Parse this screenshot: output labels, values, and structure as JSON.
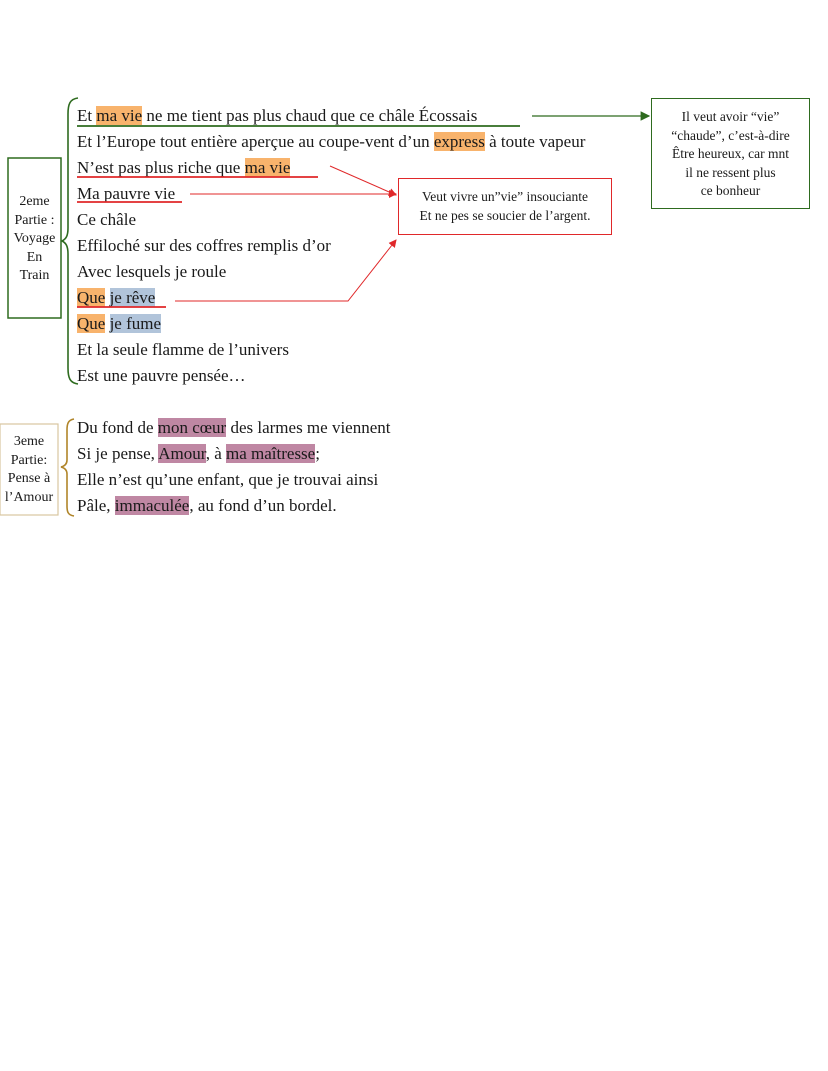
{
  "part2": {
    "label": [
      "2eme",
      "Partie :",
      "Voyage",
      "En",
      "Train"
    ],
    "lines": [
      {
        "segments": [
          {
            "t": "Et "
          },
          {
            "t": "ma vie",
            "hl": "o"
          },
          {
            "t": " ne me tient pas plus chaud que ce châle Écossais"
          }
        ]
      },
      {
        "segments": [
          {
            "t": "Et l’Europe tout entière aperçue au coupe-vent d’un "
          },
          {
            "t": "express",
            "hl": "o"
          },
          {
            "t": " à toute vapeur"
          }
        ]
      },
      {
        "segments": [
          {
            "t": "N’est pas plus riche que "
          },
          {
            "t": "ma vie",
            "hl": "o"
          }
        ]
      },
      {
        "segments": [
          {
            "t": "Ma pauvre vie"
          }
        ]
      },
      {
        "segments": [
          {
            "t": "Ce châle"
          }
        ]
      },
      {
        "segments": [
          {
            "t": "Effiloché sur des coffres remplis d’or"
          }
        ]
      },
      {
        "segments": [
          {
            "t": "Avec lesquels je roule"
          }
        ]
      },
      {
        "segments": [
          {
            "t": "Que",
            "hl": "o"
          },
          {
            "t": " "
          },
          {
            "t": "je rêve",
            "hl": "b"
          }
        ]
      },
      {
        "segments": [
          {
            "t": "Que",
            "hl": "o"
          },
          {
            "t": " "
          },
          {
            "t": "je fume",
            "hl": "b"
          }
        ]
      },
      {
        "segments": [
          {
            "t": "Et la seule flamme de l’univers"
          }
        ]
      },
      {
        "segments": [
          {
            "t": "Est une pauvre pensée…"
          }
        ]
      }
    ]
  },
  "part3": {
    "label": [
      "3eme",
      "Partie:",
      "Pense à",
      "l’Amour"
    ],
    "lines": [
      {
        "segments": [
          {
            "t": "Du fond de "
          },
          {
            "t": "mon cœur",
            "hl": "p"
          },
          {
            "t": " des larmes me viennent"
          }
        ]
      },
      {
        "segments": [
          {
            "t": "Si je pense, "
          },
          {
            "t": "Amour",
            "hl": "p"
          },
          {
            "t": ", à "
          },
          {
            "t": "ma maîtresse",
            "hl": "p"
          },
          {
            "t": ";"
          }
        ]
      },
      {
        "segments": [
          {
            "t": "Elle n’est qu’une enfant, que je trouvai ainsi"
          }
        ]
      },
      {
        "segments": [
          {
            "t": "Pâle, "
          },
          {
            "t": "immaculée",
            "hl": "p"
          },
          {
            "t": ", au fond d’un bordel."
          }
        ]
      }
    ]
  },
  "annotations": {
    "green_box": [
      "Il veut avoir “vie”",
      "“chaude”, c’est-à-dire",
      "Être heureux, car mnt",
      "il ne ressent plus",
      "ce bonheur"
    ],
    "red_box": [
      "Veut vivre un”vie” insouciante",
      "Et ne pes se soucier de l’argent."
    ]
  },
  "colors": {
    "highlight_orange": "#f8b36c",
    "highlight_blue": "#b1c4da",
    "highlight_purple": "#bf87a3",
    "green": "#2e6b1f",
    "red": "#e0282a",
    "gold": "#b0852a"
  }
}
